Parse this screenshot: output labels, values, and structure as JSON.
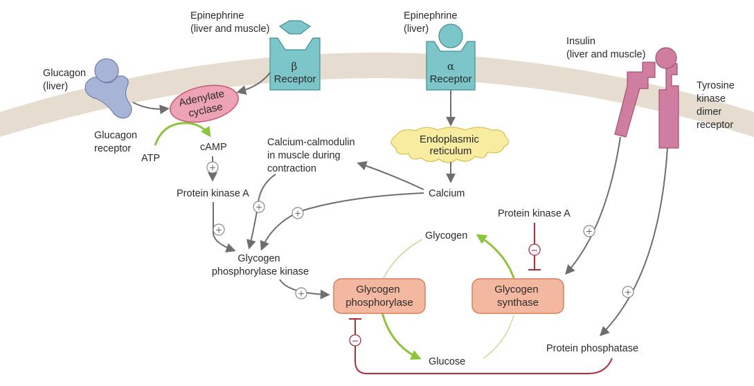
{
  "colors": {
    "membrane": "#e6ddd0",
    "receptor_teal": "#7cc5c9",
    "receptor_teal_stroke": "#3f8f94",
    "glucagon": "#a8b4d6",
    "glucagon_stroke": "#6d7cab",
    "insulin": "#cf7da0",
    "insulin_stroke": "#a2506f",
    "adenylate": "#eda3b3",
    "adenylate_stroke": "#c4566e",
    "er": "#f7ec9f",
    "er_stroke": "#d6c455",
    "enzyme_box": "#f4b8a0",
    "enzyme_box_stroke": "#d67f5f",
    "activation_green": "#8cc43c",
    "inhibition_red": "#b02a3a",
    "arrow_gray": "#6e6e6e"
  },
  "labels": {
    "glucagon": [
      "Glucagon",
      "(liver)"
    ],
    "glucagon_receptor": [
      "Glucagon",
      "receptor"
    ],
    "epinephrine_beta": [
      "Epinephrine",
      "(liver and muscle)"
    ],
    "beta_symbol": "β",
    "beta_receptor": "Receptor",
    "epinephrine_alpha": [
      "Epinephrine",
      "(liver)"
    ],
    "alpha_symbol": "α",
    "alpha_receptor": "Receptor",
    "insulin": [
      "Insulin",
      "(liver and muscle)"
    ],
    "tyrosine_kinase": [
      "Tyrosine",
      "kinase",
      "dimer",
      "receptor"
    ],
    "adenylate_cyclase": [
      "Adenylate",
      "cyclase"
    ],
    "atp": "ATP",
    "camp": "cAMP",
    "protein_kinase_a": "Protein kinase A",
    "calcium_calmodulin": [
      "Calcium-calmodulin",
      "in muscle during",
      "contraction"
    ],
    "endoplasmic_reticulum": [
      "Endoplasmic",
      "reticulum"
    ],
    "calcium": "Calcium",
    "protein_kinase_a_2": "Protein kinase A",
    "glycogen_phosphorylase_kinase": [
      "Glycogen",
      "phosphorylase kinase"
    ],
    "glycogen": "Glycogen",
    "glycogen_phosphorylase": [
      "Glycogen",
      "phosphorylase"
    ],
    "glycogen_synthase": [
      "Glycogen",
      "synthase"
    ],
    "glucose": "Glucose",
    "protein_phosphatase": "Protein phosphatase"
  },
  "symbols": {
    "plus": "+",
    "minus": "−"
  }
}
